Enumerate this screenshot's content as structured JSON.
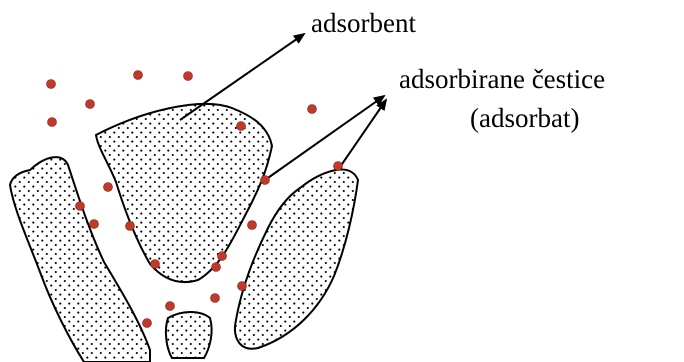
{
  "labels": {
    "adsorbent": "adsorbent",
    "adsorbate_line1": "adsorbirane čestice",
    "adsorbate_line2": "(adsorbat)"
  },
  "colors": {
    "particle": "#c0392b",
    "outline": "#000000",
    "stipple": "#000000",
    "background": "#ffffff"
  }
}
